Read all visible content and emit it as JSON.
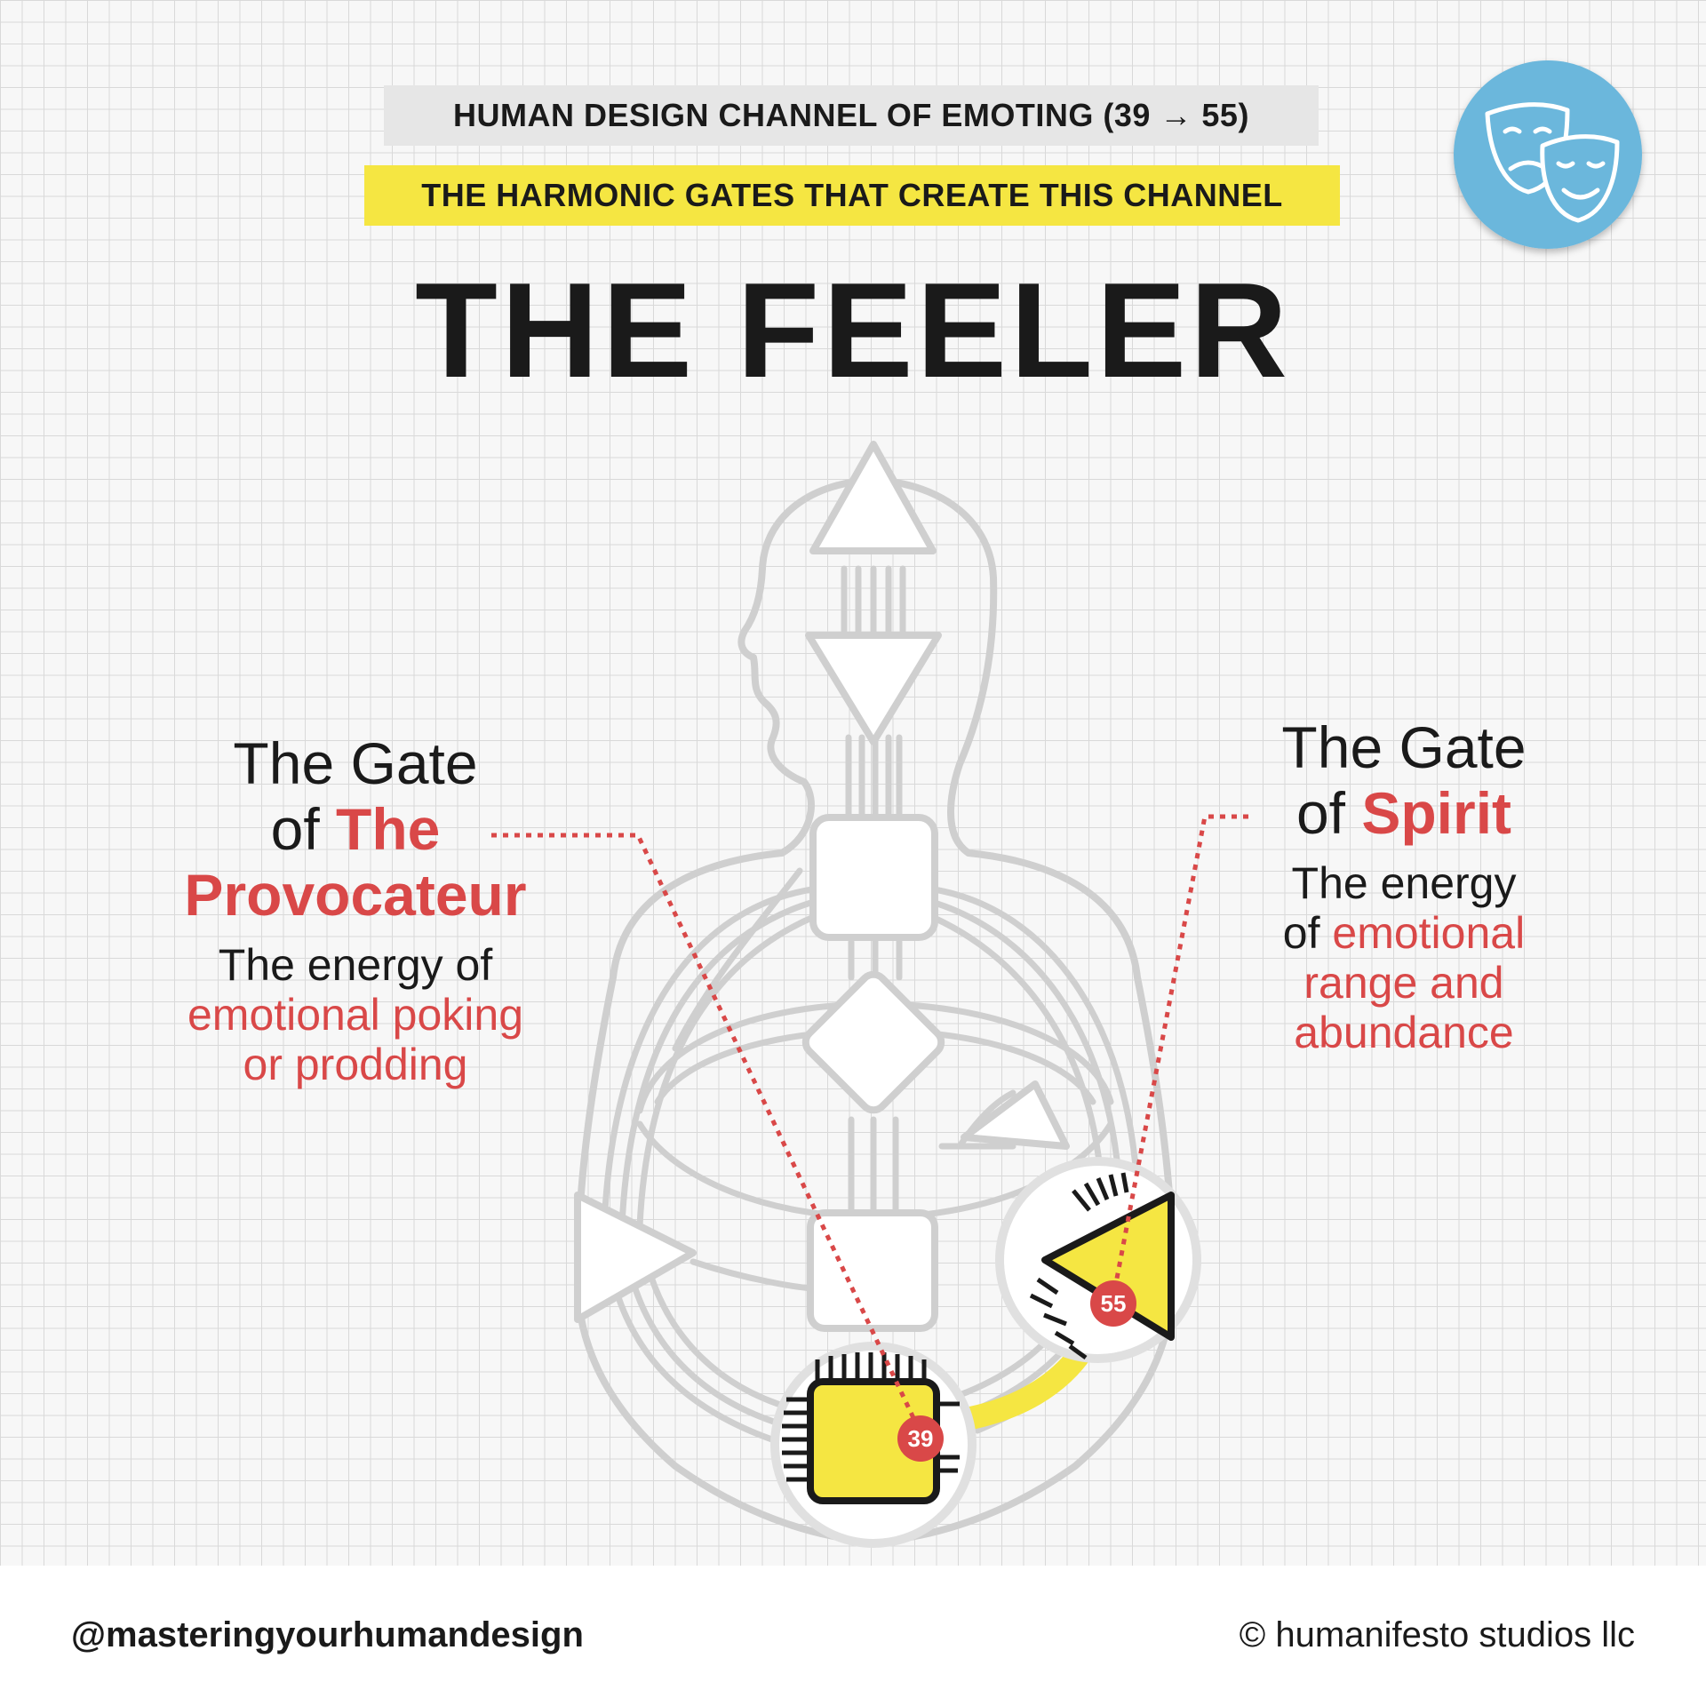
{
  "header": {
    "channel_title": "HUMAN DESIGN CHANNEL OF EMOTING (39 → 55)",
    "subtitle": "THE HARMONIC GATES THAT CREATE THIS CHANNEL",
    "main_title": "THE FEELER"
  },
  "badge": {
    "icon": "theater-masks-icon",
    "color": "#6bb7dc"
  },
  "gates": {
    "left": {
      "line1": "The Gate",
      "line2_prefix": "of ",
      "line2_highlight": "The",
      "line3": "Provocateur",
      "desc_line1": "The energy of",
      "desc_line2": "emotional poking",
      "desc_line3": "or prodding"
    },
    "right": {
      "line1": "The Gate",
      "line2_prefix": "of ",
      "line2_highlight": "Spirit",
      "desc_line1": "The energy",
      "desc_line2_prefix": "of ",
      "desc_line2_highlight": "emotional",
      "desc_line3": "range and",
      "desc_line4": "abundance"
    }
  },
  "diagram": {
    "gate_numbers": {
      "root": "39",
      "solar_plexus": "55"
    },
    "colors": {
      "accent": "#d94848",
      "highlight": "#f5e642",
      "outline": "#cfcfcf",
      "ink": "#1a1a1a"
    }
  },
  "footer": {
    "handle": "@masteringyourhumandesign",
    "copyright": "© humanifesto studios llc"
  }
}
